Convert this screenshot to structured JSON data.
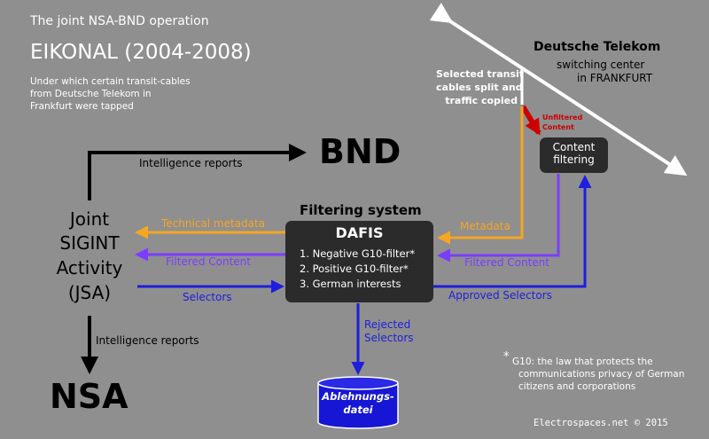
{
  "header": {
    "title": "The joint NSA-BND operation",
    "operation": "EIKONAL (2004-2008)",
    "subtitle_lines": [
      "Under which certain transit-cables",
      "from Deutsche Telekom in",
      "Frankfurt were tapped"
    ]
  },
  "telekom": {
    "name": "Deutsche Telekom",
    "line2": "switching center",
    "line3": "in FRANKFURT",
    "split_lines": [
      "Selected transit",
      "cables split and",
      "traffic copied"
    ]
  },
  "unfiltered": [
    "Unfiltered",
    "Content"
  ],
  "content_filter": [
    "Content",
    "filtering"
  ],
  "nodes": {
    "bnd": "BND",
    "jsa_lines": [
      "Joint",
      "SIGINT",
      "Activity",
      "(JSA)"
    ],
    "nsa": "NSA"
  },
  "flows": {
    "intel_top": "Intelligence reports",
    "intel_bottom": "Intelligence reports",
    "tech_metadata": "Technical metadata",
    "filtered_left": "Filtered Content",
    "selectors_left": "Selectors",
    "metadata_right": "Metadata",
    "filtered_right": "Filtered Content",
    "approved_selectors": "Approved Selectors",
    "rejected_lines": [
      "Rejected",
      "Selectors"
    ]
  },
  "dafis": {
    "heading": "Filtering system",
    "name": "DAFIS",
    "items": [
      "1. Negative G10-filter*",
      "2. Positive G10-filter*",
      "3. German interests"
    ]
  },
  "database": [
    "Ablehnungs-",
    "datei"
  ],
  "footnote": {
    "star": "*",
    "lines": [
      "G10: the law that protects the",
      "communications privacy of German",
      "citizens and corporations"
    ]
  },
  "credit": "Electrospaces.net © 2015",
  "colors": {
    "background": "#8f8f8f",
    "box": "#2b2b2b",
    "metadata": "#f5a623",
    "content": "#7a3dff",
    "selectors": "#1e1edc",
    "unfiltered": "#cc0000"
  }
}
